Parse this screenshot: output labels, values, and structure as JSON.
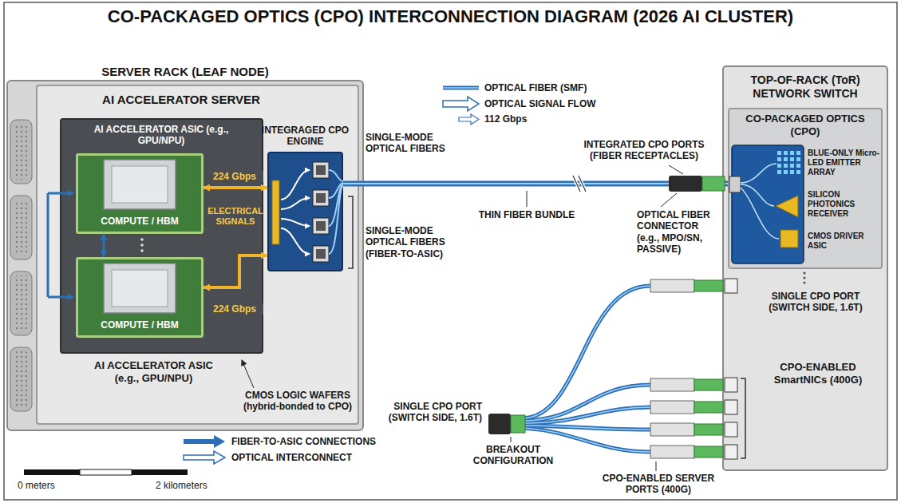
{
  "diagram": {
    "title": "CO-PACKAGED OPTICS (CPO) INTERCONNECTION DIAGRAM (2026 AI CLUSTER)",
    "nodes": [
      {
        "text": [
          "SERVER RACK (LEAF NODE)"
        ]
      },
      {
        "text": [
          "AI ACCELERATOR SERVER"
        ],
        "in": 0
      },
      {
        "text": [
          "AI ACCELERATOR ASIC (e.g., GPU/NPU)"
        ],
        "in": 1
      },
      {
        "text": [
          "COMPUTE / HBM"
        ],
        "in": 2
      },
      {
        "text": [
          "COMPUTE / HBM"
        ],
        "in": 2
      },
      {
        "text": [
          "INTEGRAGED CPO ENGINE"
        ],
        "in": 1
      },
      {
        "text": [
          "TOP-OF-RACK (ToR) NETWORK SWITCH"
        ]
      },
      {
        "text": [
          "CO-PACKAGED OPTICS (CPO)"
        ],
        "in": 6
      }
    ],
    "edges": [
      {
        "from": 3,
        "to": 4,
        "arrow": "both"
      },
      {
        "from": 3,
        "to": 5,
        "label": "224 Gbps",
        "arrow": "both"
      },
      {
        "from": 4,
        "to": 5,
        "label": "224 Gbps",
        "arrow": "both"
      },
      {
        "from": 5,
        "to": 7,
        "label": "THIN FIBER BUNDLE",
        "arrow": "none"
      }
    ],
    "labels": [
      "SINGLE-MODE OPTICAL FIBERS",
      "SINGLE-MODE OPTICAL FIBERS (FIBER-TO-ASIC)",
      "INTEGRATED CPO PORTS (FIBER RECEPTACLES)",
      "OPTICAL FIBER CONNECTOR (e.g., MPO/SN, PASSIVE)",
      "BLUE-ONLY Micro-LED EMITTER ARRAY",
      "SILICON PHOTONICS RECEIVER",
      "CMOS DRIVER ASIC",
      "SINGLE CPO PORT (SWITCH SIDE, 1.6T)",
      "CPO-ENABLED SmartNICs (400G)",
      "SINGLE CPO PORT (SWITCH SIDE, 1.6T)",
      "BREAKOUT CONFIGURATION",
      "CPO-ENABLED SERVER PORTS (400G)",
      "ELECTRICAL SIGNALS",
      "AI ACCELERATOR ASIC (e.g., GPU/NPU)",
      "CMOS LOGIC WAFERS (hybrid-bonded to CPO)",
      "0 meters",
      "2 kilometers"
    ],
    "legend": [
      {
        "text": "OPTICAL FIBER (SMF)"
      },
      {
        "text": "OPTICAL SIGNAL FLOW"
      },
      {
        "text": "112 Gbps"
      },
      {
        "text": "FIBER-TO-ASIC CONNECTIONS"
      },
      {
        "text": "OPTICAL INTERCONNECT"
      }
    ]
  }
}
